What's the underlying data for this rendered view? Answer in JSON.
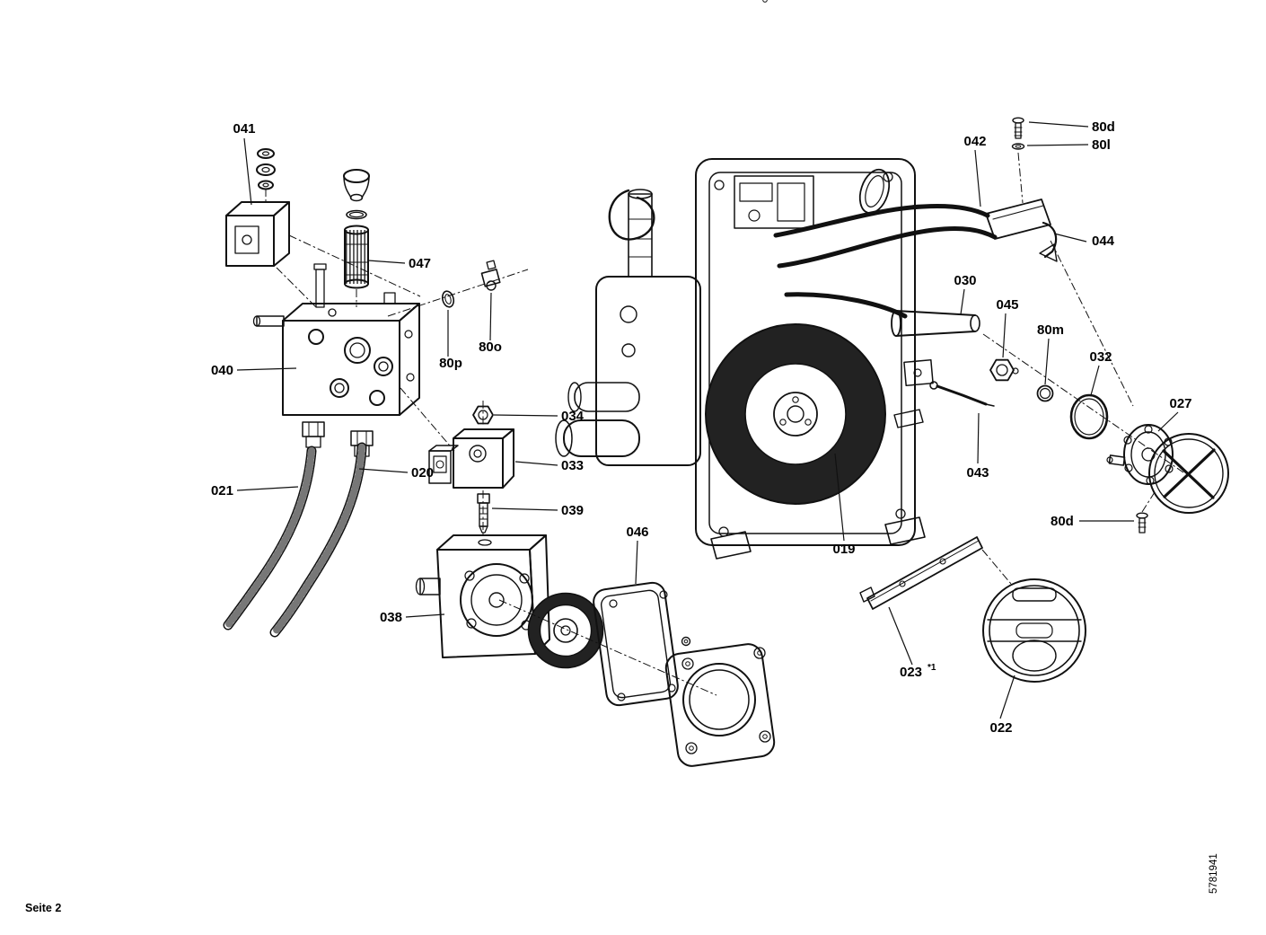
{
  "meta": {
    "footer_left": "Seite 2",
    "doc_number": "5781941"
  },
  "labels": {
    "l041": "041",
    "l047": "047",
    "l80d_top": "80d",
    "l80l": "80l",
    "l042": "042",
    "l044": "044",
    "l030": "030",
    "l045": "045",
    "l80m": "80m",
    "l032": "032",
    "l027": "027",
    "l040": "040",
    "l80p": "80p",
    "l80o": "80o",
    "l020": "020",
    "l021": "021",
    "l034": "034",
    "l033": "033",
    "l039": "039",
    "l038": "038",
    "l046": "046",
    "l019": "019",
    "l043": "043",
    "l80d_bottom": "80d",
    "l023": "023",
    "l023_sup": "*1",
    "l022": "022"
  }
}
